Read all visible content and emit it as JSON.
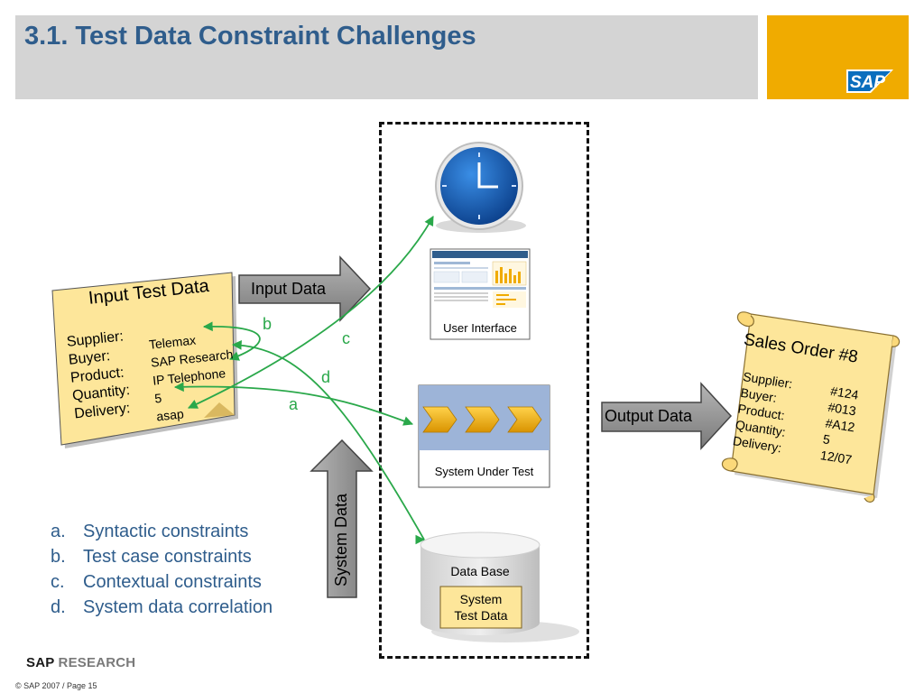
{
  "slide": {
    "title": "3.1. Test Data Constraint Challenges",
    "logo_text": "SAP"
  },
  "input_note": {
    "heading": "Input Test Data",
    "fields": [
      "Supplier:",
      "Buyer:",
      "Product:",
      "Quantity:",
      "Delivery:"
    ],
    "values": [
      "Telemax",
      "SAP Research",
      "IP Telephone",
      "5",
      "asap"
    ]
  },
  "arrows": {
    "input_data": "Input Data",
    "output_data": "Output Data",
    "system_data": "System Data"
  },
  "constraint_labels": {
    "a": "a",
    "b": "b",
    "c": "c",
    "d": "d"
  },
  "system": {
    "user_interface": "User Interface",
    "system_under_test": "System Under Test",
    "data_base": "Data Base",
    "system_test_data_line1": "System",
    "system_test_data_line2": "Test Data"
  },
  "sales_order": {
    "heading": "Sales Order #8",
    "fields": [
      "Supplier:",
      "Buyer:",
      "Product:",
      "Quantity:",
      "Delivery:"
    ],
    "values": [
      "#124",
      "#013",
      "#A12",
      "5",
      "12/07"
    ]
  },
  "legend": {
    "items": [
      {
        "key": "a.",
        "text": "Syntactic constraints"
      },
      {
        "key": "b.",
        "text": "Test case constraints"
      },
      {
        "key": "c.",
        "text": "Contextual constraints"
      },
      {
        "key": "d.",
        "text": "System data correlation"
      }
    ]
  },
  "footer": {
    "brand_sap": "SAP",
    "brand_research": "RESEARCH",
    "page": "© SAP 2007 / Page 15"
  },
  "colors": {
    "title_blue": "#2f5d8c",
    "sap_gold": "#f0ab00",
    "note_yellow": "#fde69a",
    "connector_green": "#2aa84a",
    "arrow_gray": "#8c8c8c"
  },
  "icons": [
    "clock-icon",
    "user-interface-screenshot",
    "process-chevrons-icon",
    "database-cylinder-icon",
    "scroll-icon"
  ]
}
